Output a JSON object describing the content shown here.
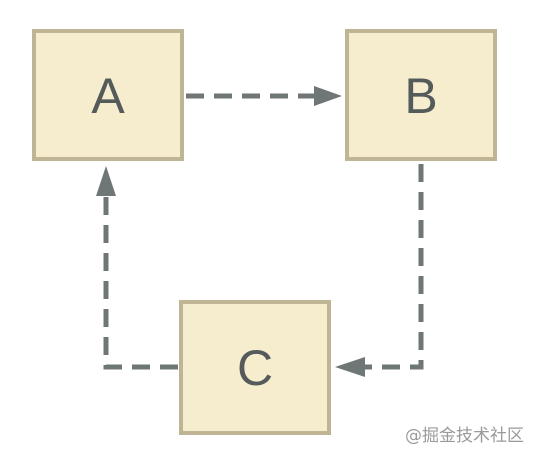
{
  "diagram": {
    "nodes": [
      {
        "id": "A",
        "label": "A"
      },
      {
        "id": "B",
        "label": "B"
      },
      {
        "id": "C",
        "label": "C"
      }
    ],
    "edges": [
      {
        "from": "A",
        "to": "B",
        "style": "dashed"
      },
      {
        "from": "B",
        "to": "C",
        "style": "dashed"
      },
      {
        "from": "C",
        "to": "A",
        "style": "dashed"
      }
    ],
    "colors": {
      "node_fill": "#f6edcf",
      "node_stroke": "#bfb595",
      "edge": "#6e7676",
      "label": "#555a5a"
    }
  },
  "watermark": {
    "text": "@掘金技术社区"
  }
}
